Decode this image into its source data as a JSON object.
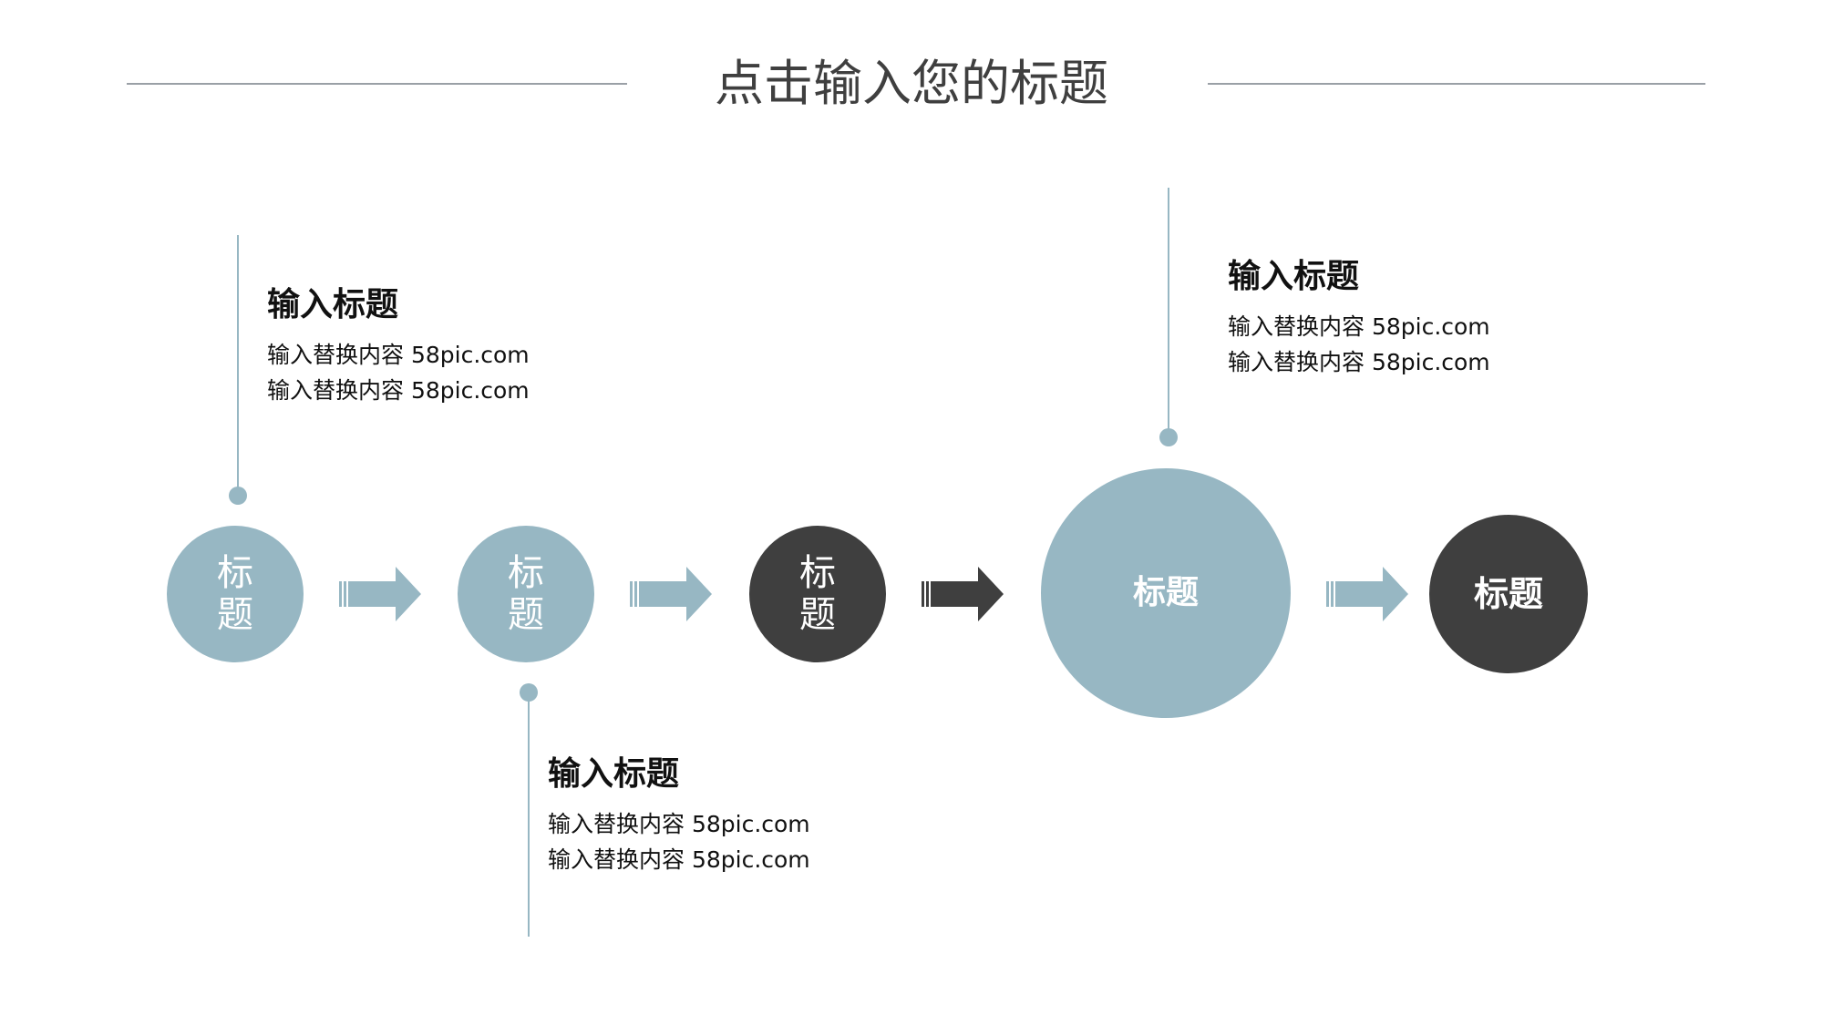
{
  "slide": {
    "title": "点击输入您的标题"
  },
  "colors": {
    "light": "#97b7c3",
    "dark": "#3f3f3f",
    "rule": "#9aa0a6"
  },
  "steps": [
    {
      "label": "标题",
      "style": "light"
    },
    {
      "label": "标题",
      "style": "light"
    },
    {
      "label": "标题",
      "style": "dark"
    },
    {
      "label": "标题",
      "style": "light"
    },
    {
      "label": "标题",
      "style": "dark"
    }
  ],
  "callouts": [
    {
      "heading": "输入标题",
      "lines": [
        "输入替换内容 58pic.com",
        "输入替换内容 58pic.com"
      ]
    },
    {
      "heading": "输入标题",
      "lines": [
        "输入替换内容 58pic.com",
        "输入替换内容 58pic.com"
      ]
    },
    {
      "heading": "输入标题",
      "lines": [
        "输入替换内容 58pic.com",
        "输入替换内容 58pic.com"
      ]
    }
  ]
}
